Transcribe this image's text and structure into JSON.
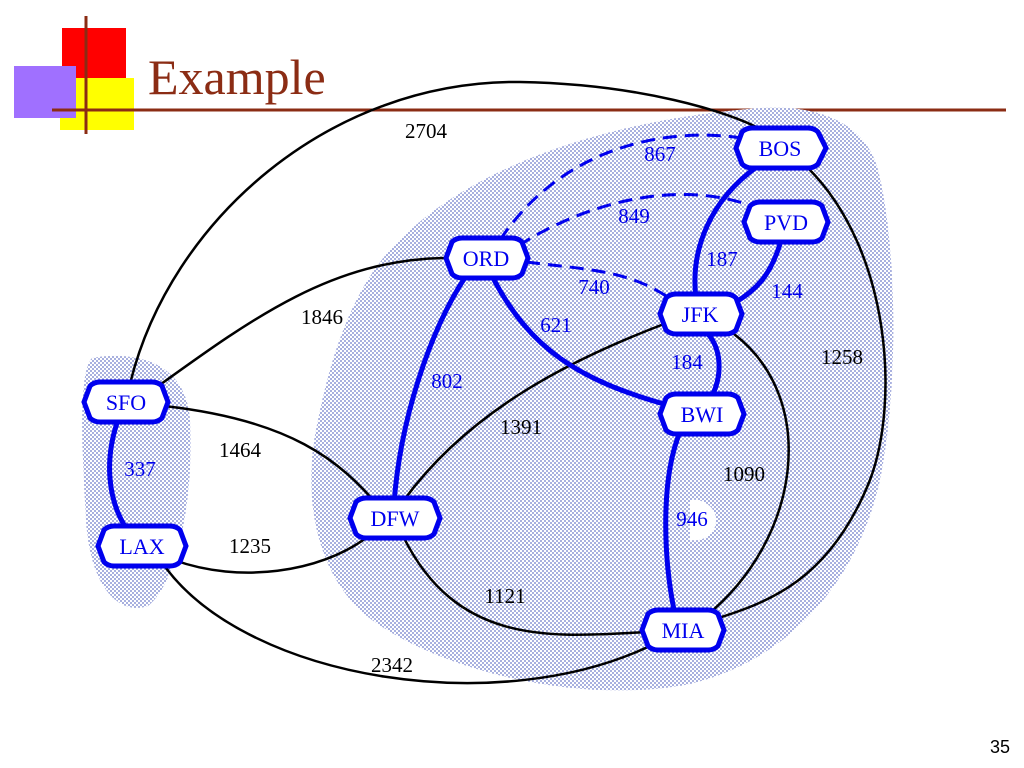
{
  "slide": {
    "title": "Example",
    "page_number": "35"
  },
  "colors": {
    "title": "#8b2c14",
    "tree_edge": "#0000ee",
    "edge": "#000000",
    "cloud": "#c8d0ee",
    "deco_red": "#ff0000",
    "deco_yellow": "#ffff00",
    "deco_purple": "#a070ff"
  },
  "graph": {
    "nodes": [
      {
        "id": "BOS",
        "label": "BOS"
      },
      {
        "id": "PVD",
        "label": "PVD"
      },
      {
        "id": "ORD",
        "label": "ORD"
      },
      {
        "id": "JFK",
        "label": "JFK"
      },
      {
        "id": "SFO",
        "label": "SFO"
      },
      {
        "id": "BWI",
        "label": "BWI"
      },
      {
        "id": "DFW",
        "label": "DFW"
      },
      {
        "id": "LAX",
        "label": "LAX"
      },
      {
        "id": "MIA",
        "label": "MIA"
      }
    ],
    "edges": [
      {
        "id": "SFO-BOS",
        "weight": "2704",
        "style": "plain"
      },
      {
        "id": "SFO-ORD",
        "weight": "1846",
        "style": "plain"
      },
      {
        "id": "SFO-DFW",
        "weight": "1464",
        "style": "plain"
      },
      {
        "id": "SFO-LAX",
        "weight": "337",
        "style": "tree"
      },
      {
        "id": "LAX-DFW",
        "weight": "1235",
        "style": "plain"
      },
      {
        "id": "LAX-MIA",
        "weight": "2342",
        "style": "plain"
      },
      {
        "id": "DFW-ORD",
        "weight": "802",
        "style": "tree"
      },
      {
        "id": "DFW-JFK",
        "weight": "1391",
        "style": "plain"
      },
      {
        "id": "DFW-MIA",
        "weight": "1121",
        "style": "plain"
      },
      {
        "id": "ORD-BOS",
        "weight": "867",
        "style": "dashed"
      },
      {
        "id": "ORD-PVD",
        "weight": "849",
        "style": "dashed"
      },
      {
        "id": "ORD-JFK",
        "weight": "740",
        "style": "dashed"
      },
      {
        "id": "ORD-BWI",
        "weight": "621",
        "style": "tree"
      },
      {
        "id": "BOS-JFK",
        "weight": "187",
        "style": "tree"
      },
      {
        "id": "PVD-JFK",
        "weight": "144",
        "style": "tree"
      },
      {
        "id": "BOS-MIA",
        "weight": "1258",
        "style": "plain"
      },
      {
        "id": "JFK-BWI",
        "weight": "184",
        "style": "tree"
      },
      {
        "id": "JFK-MIA",
        "weight": "1090",
        "style": "plain"
      },
      {
        "id": "BWI-MIA",
        "weight": "946",
        "style": "tree"
      }
    ]
  }
}
